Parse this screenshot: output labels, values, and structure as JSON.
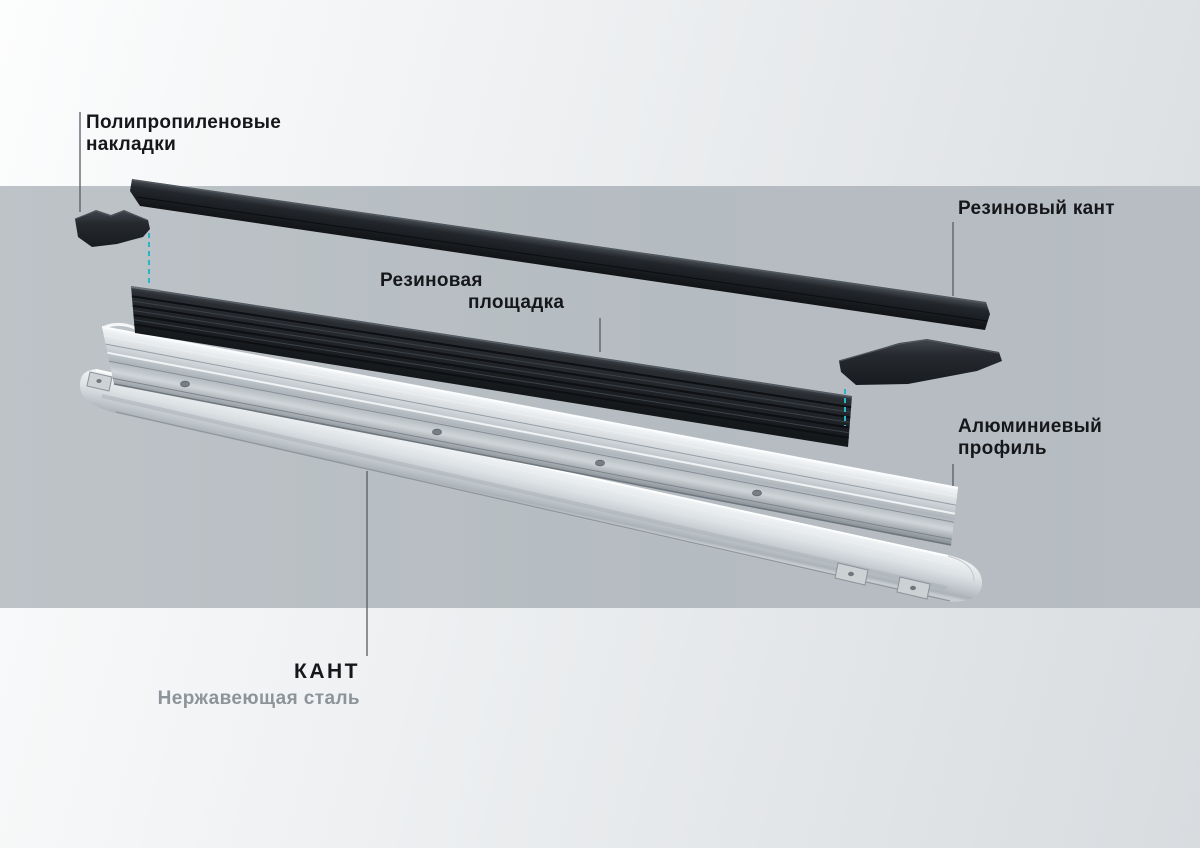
{
  "colors": {
    "band": "#b5bcc1",
    "accent": "#2ab4c7",
    "label_text": "#15171a",
    "muted_text": "#8d9499"
  },
  "labels": {
    "caps": {
      "line1": "Полипропиленовые",
      "line2": "накладки"
    },
    "rubber_edge": {
      "text": "Резиновый кант"
    },
    "platform": {
      "line1": "Резиновая",
      "line2": "площадка"
    },
    "profile": {
      "line1": "Алюминиевый",
      "line2": "профиль"
    },
    "kant": {
      "title": "КАНТ",
      "subtitle": "Нержавеющая сталь"
    }
  }
}
